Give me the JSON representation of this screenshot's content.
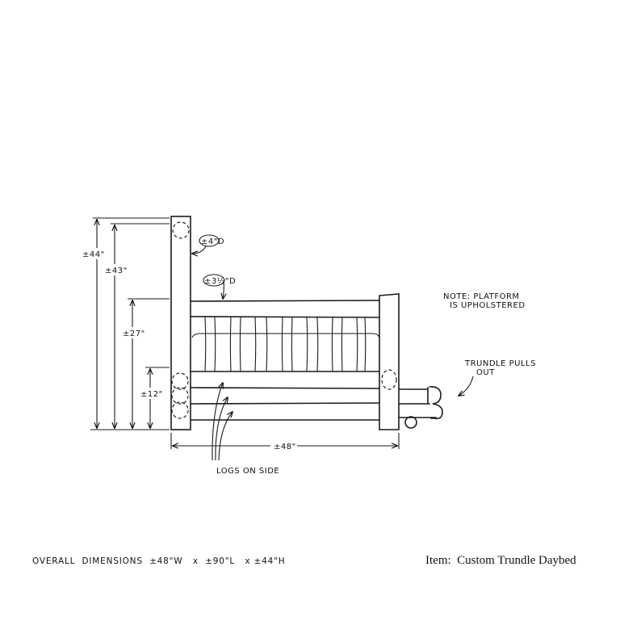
{
  "callouts": {
    "post_diameter": "±4\"D",
    "rail_diameter": "±3½\"D",
    "logs_on_side": "LOGS ON SIDE",
    "note_line1": "NOTE: PLATFORM",
    "note_line2": "IS UPHOLSTERED",
    "trundle_line1": "TRUNDLE PULLS",
    "trundle_line2": "OUT"
  },
  "dimensions": {
    "total_height": "±44\"",
    "post_height": "±43\"",
    "rail_height": "±27\"",
    "seat_height": "±12\"",
    "width": "±48\""
  },
  "footer": {
    "overall": "OVERALL  DIMENSIONS  ±48\"W   x  ±90\"L   x ±44\"H",
    "item": "Item:  Custom Trundle Daybed"
  }
}
